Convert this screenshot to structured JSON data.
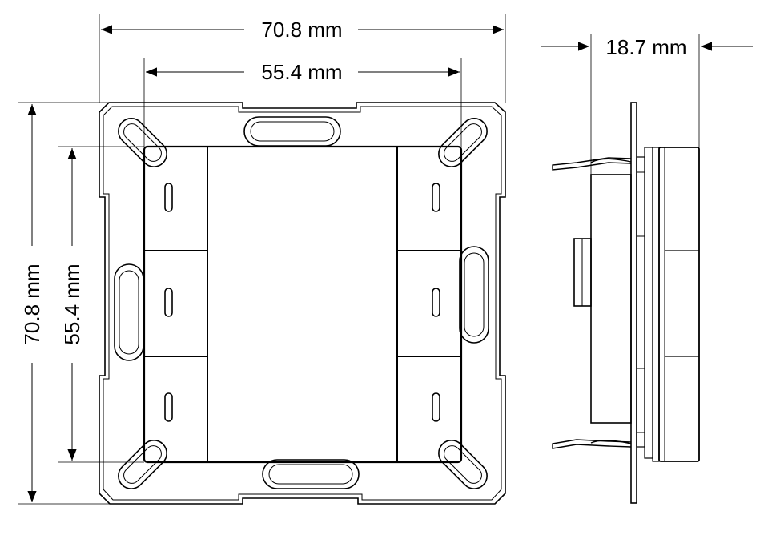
{
  "dimensions": {
    "outer_width": "70.8 mm",
    "inner_width": "55.4 mm",
    "outer_height": "70.8 mm",
    "inner_height": "55.4 mm",
    "depth": "18.7 mm"
  },
  "colors": {
    "line": "#000000",
    "background": "#ffffff"
  }
}
